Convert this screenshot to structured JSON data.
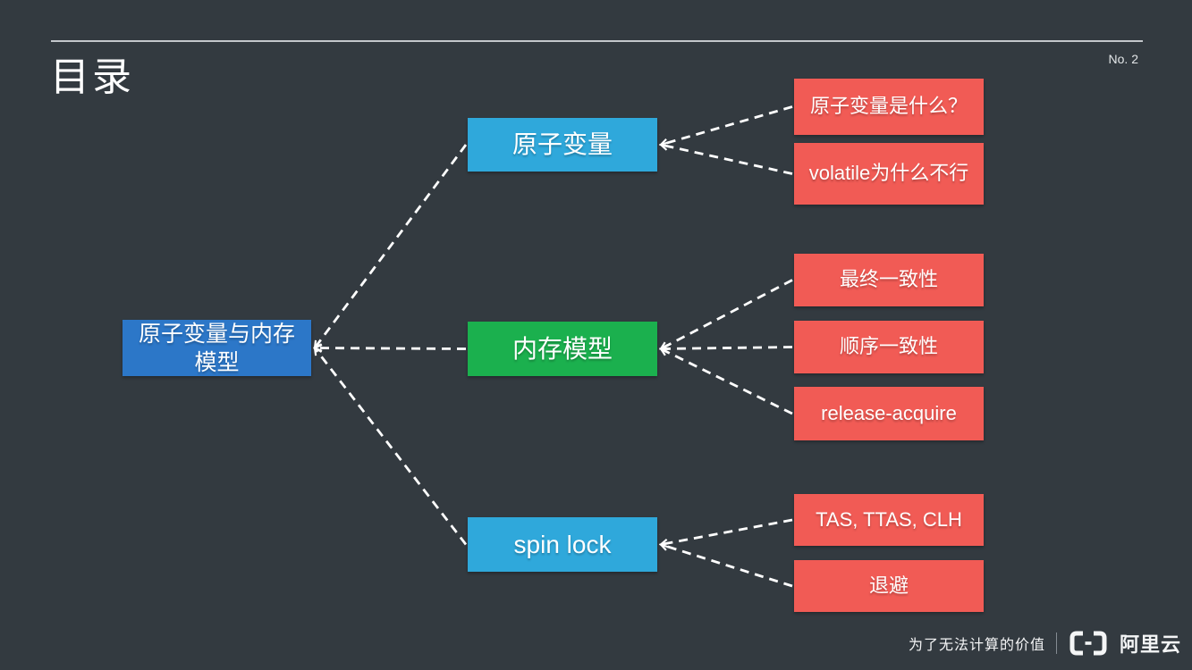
{
  "slide": {
    "title": "目录",
    "page_number": "No. 2"
  },
  "footer": {
    "tagline": "为了无法计算的价值",
    "brand": "阿里云",
    "logo": "alibaba-cloud-logo"
  },
  "colors": {
    "background": "#333A40",
    "root_blue": "#2C77C8",
    "branch_cyan": "#2FA8DB",
    "branch_green": "#1BB04E",
    "leaf_red": "#F15B55",
    "connector_white": "#FFFFFF"
  },
  "diagram": {
    "type": "tree",
    "root": {
      "label": "原子变量与内存模型",
      "color": "root_blue"
    },
    "branches": [
      {
        "label": "原子变量",
        "color": "branch_cyan",
        "children": [
          "原子变量是什么？",
          "volatile为什么不行"
        ]
      },
      {
        "label": "内存模型",
        "color": "branch_green",
        "children": [
          "最终一致性",
          "顺序一致性",
          "release-acquire"
        ]
      },
      {
        "label": "spin lock",
        "color": "branch_cyan",
        "children": [
          "TAS, TTAS, CLH",
          "退避"
        ]
      }
    ],
    "leaf_color": "leaf_red",
    "connector_style": "dashed-with-arrow-toward-parent"
  }
}
